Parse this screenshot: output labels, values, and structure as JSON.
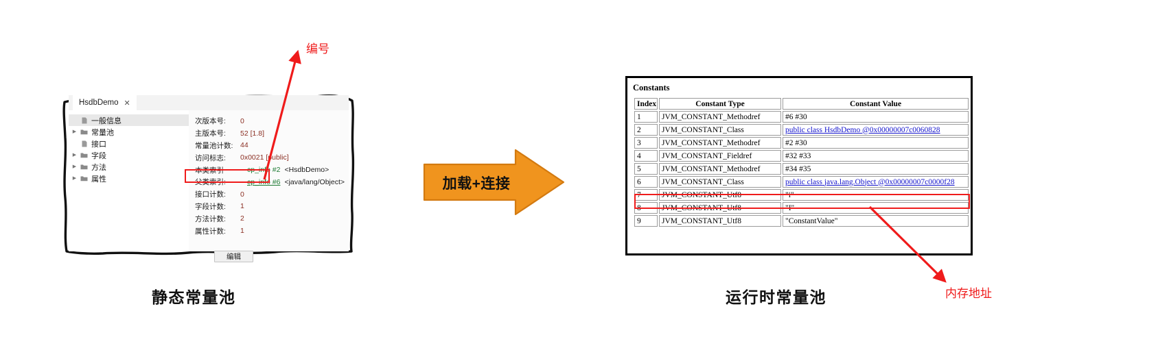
{
  "left_window": {
    "tab": {
      "title": "HsdbDemo",
      "close_icon": "close-icon",
      "close_glyph": "✕"
    },
    "tree": {
      "items": [
        {
          "label": "一般信息",
          "icon": "file-icon",
          "expandable": false,
          "selected": true
        },
        {
          "label": "常量池",
          "icon": "folder-icon",
          "expandable": true,
          "selected": false
        },
        {
          "label": "接口",
          "icon": "file-icon",
          "expandable": false,
          "selected": false
        },
        {
          "label": "字段",
          "icon": "folder-icon",
          "expandable": true,
          "selected": false
        },
        {
          "label": "方法",
          "icon": "folder-icon",
          "expandable": true,
          "selected": false
        },
        {
          "label": "属性",
          "icon": "folder-icon",
          "expandable": true,
          "selected": false
        }
      ]
    },
    "details": [
      {
        "key": "次版本号:",
        "value": "0",
        "cp": "",
        "extra": ""
      },
      {
        "key": "主版本号:",
        "value": "52 [1.8]",
        "cp": "",
        "extra": ""
      },
      {
        "key": "常量池计数:",
        "value": "44",
        "cp": "",
        "extra": ""
      },
      {
        "key": "访问标志:",
        "value": "0x0021 [public]",
        "cp": "",
        "extra": ""
      },
      {
        "key": "本类索引",
        "value": "",
        "cp": "cp_info #2",
        "extra": "<HsdbDemo>"
      },
      {
        "key": "父类索引:",
        "value": "",
        "cp": "cp_info #6",
        "extra": "<java/lang/Object>"
      },
      {
        "key": "接口计数:",
        "value": "0",
        "cp": "",
        "extra": ""
      },
      {
        "key": "字段计数:",
        "value": "1",
        "cp": "",
        "extra": ""
      },
      {
        "key": "方法计数:",
        "value": "2",
        "cp": "",
        "extra": ""
      },
      {
        "key": "属性计数:",
        "value": "1",
        "cp": "",
        "extra": ""
      }
    ],
    "edit_button": "编辑"
  },
  "center": {
    "arrow_label": "加载+连接",
    "arrow_color": "#f0941e",
    "arrow_stroke": "#d37a10"
  },
  "right_panel": {
    "title": "Constants",
    "columns": [
      "Index",
      "Constant Type",
      "Constant Value"
    ],
    "rows": [
      {
        "index": "1",
        "type": "JVM_CONSTANT_Methodref",
        "value": "#6 #30",
        "link": false,
        "highlighted": false
      },
      {
        "index": "2",
        "type": "JVM_CONSTANT_Class",
        "value": "public class HsdbDemo @0x00000007c0060828",
        "link": true,
        "highlighted": false
      },
      {
        "index": "3",
        "type": "JVM_CONSTANT_Methodref",
        "value": "#2 #30",
        "link": false,
        "highlighted": false
      },
      {
        "index": "4",
        "type": "JVM_CONSTANT_Fieldref",
        "value": "#32 #33",
        "link": false,
        "highlighted": false
      },
      {
        "index": "5",
        "type": "JVM_CONSTANT_Methodref",
        "value": "#34 #35",
        "link": false,
        "highlighted": false
      },
      {
        "index": "6",
        "type": "JVM_CONSTANT_Class",
        "value": "public class java.lang.Object @0x00000007c0000f28",
        "link": true,
        "highlighted": true
      },
      {
        "index": "7",
        "type": "JVM_CONSTANT_Utf8",
        "value": "\"i\"",
        "link": false,
        "highlighted": false
      },
      {
        "index": "8",
        "type": "JVM_CONSTANT_Utf8",
        "value": "\"I\"",
        "link": false,
        "highlighted": false
      },
      {
        "index": "9",
        "type": "JVM_CONSTANT_Utf8",
        "value": "\"ConstantValue\"",
        "link": false,
        "highlighted": false
      }
    ]
  },
  "annotations": {
    "bianhao": "编号",
    "neicun_dizhi": "内存地址",
    "color": "#ef1b1b"
  },
  "captions": {
    "left": "静态常量池",
    "right": "运行时常量池"
  }
}
